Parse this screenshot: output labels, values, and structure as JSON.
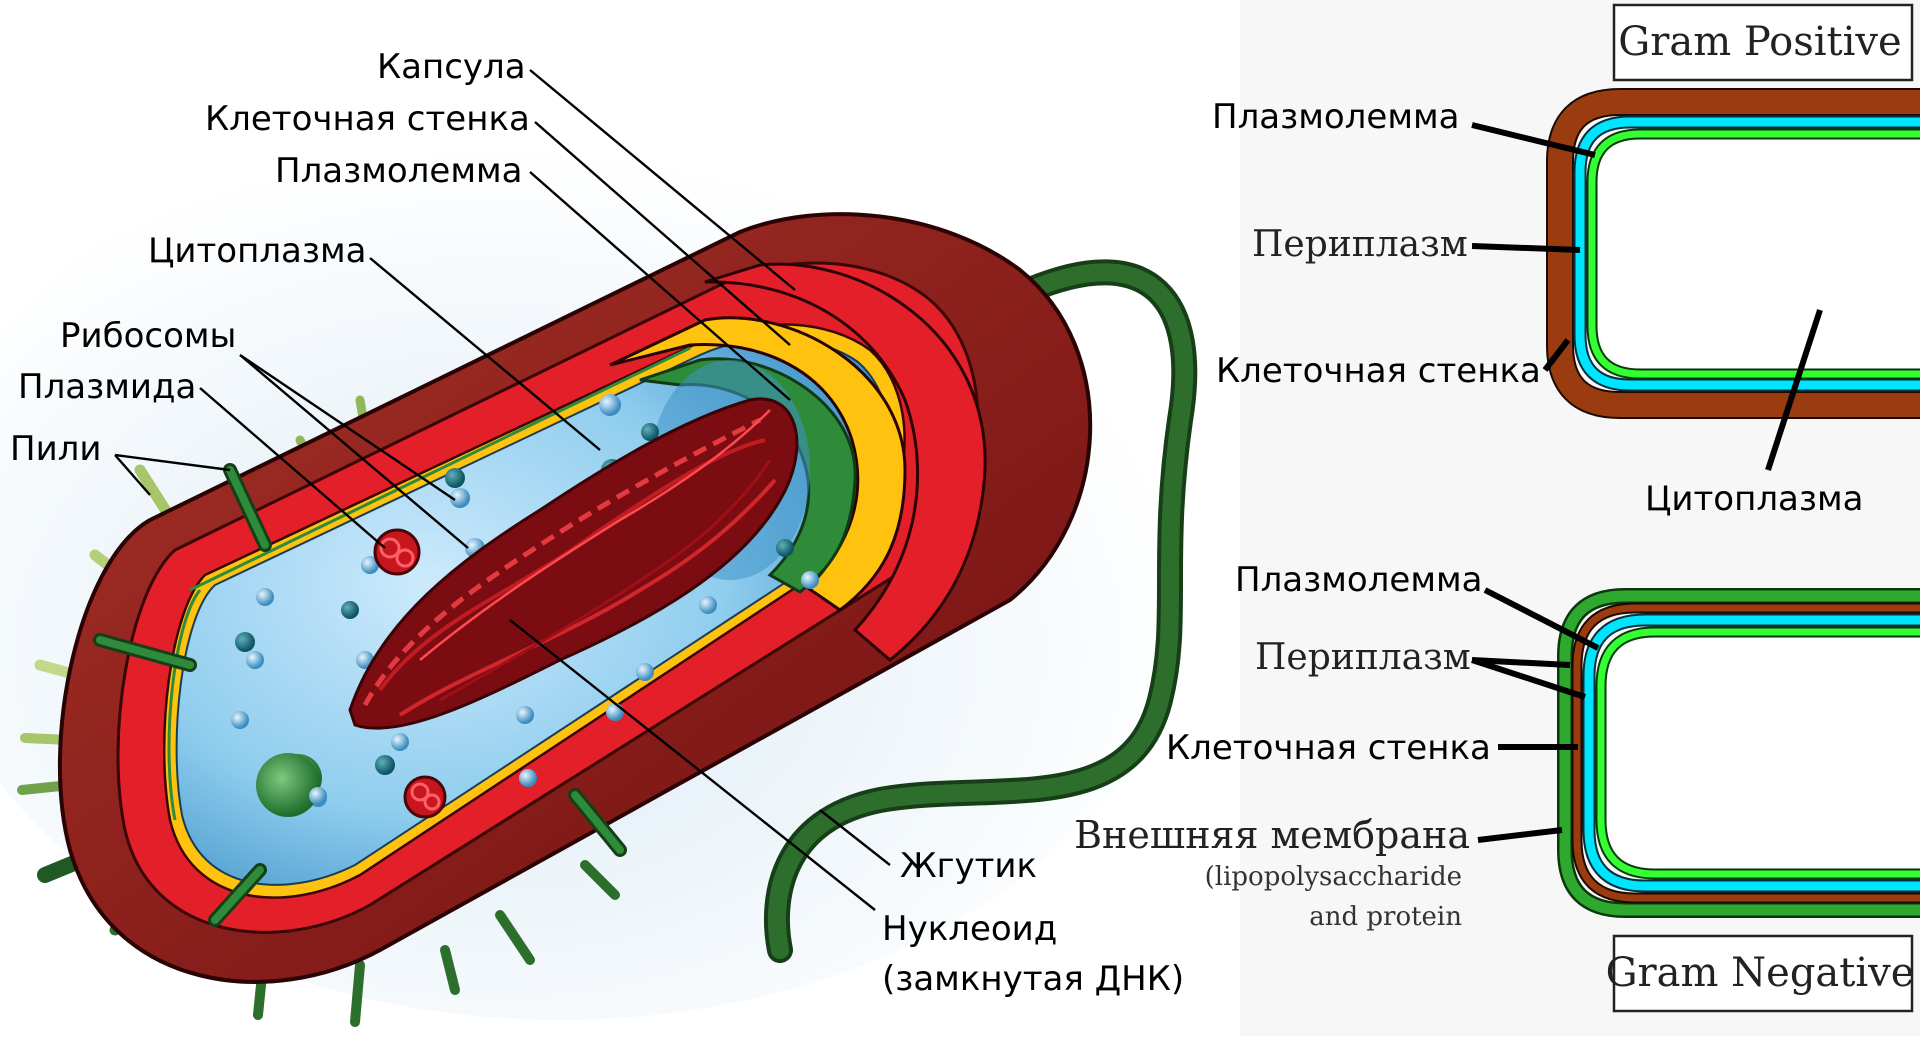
{
  "left_labels": {
    "capsule": "Капсула",
    "cell_wall": "Клеточная стенка",
    "plasmalemma": "Плазмолемма",
    "cytoplasm": "Цитоплазма",
    "ribosomes": "Рибосомы",
    "plasmid": "Плазмида",
    "pili": "Пили",
    "flagellum": "Жгутик",
    "nucleoid_line1": "Нуклеоид",
    "nucleoid_line2": "(замкнутая ДНК)"
  },
  "gram_positive": {
    "title": "Gram Positive",
    "plasmalemma": "Плазмолемма",
    "periplasm": "Периплазм",
    "cell_wall": "Клеточная стенка",
    "cytoplasm": "Цитоплазма"
  },
  "gram_negative": {
    "title": "Gram Negative",
    "plasmalemma": "Плазмолемма",
    "periplasm": "Периплазм",
    "cell_wall": "Клеточная стенка",
    "outer_membrane": "Внешняя мембрана",
    "outer_membrane_note1": "(lipopolysaccharide",
    "outer_membrane_note2": "and protein"
  },
  "colors": {
    "capsule": "#8b1a1a",
    "cell_wall": "#e3202a",
    "periplasm_yellow": "#ffc20e",
    "membrane_green": "#2e8b3a",
    "cytoplasm": "#8ecfee",
    "dna": "#a8121a",
    "flagellum": "#2d6e2d",
    "gp_wall": "#9b3b10",
    "cyan": "#00e5ff",
    "lime": "#33ff33"
  }
}
